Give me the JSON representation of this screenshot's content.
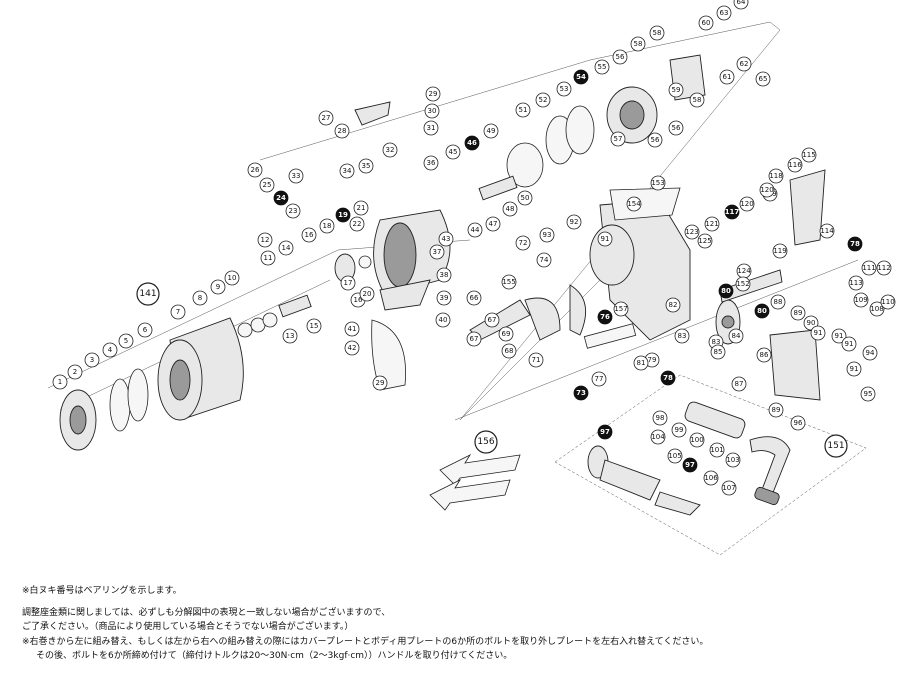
{
  "notes": {
    "bearing_note": "※白ヌキ番号はベアリングを示します。",
    "shim_note_1": "調整座金類に関しましては、必ずしも分解図中の表現と一致しない場合がございますので、",
    "shim_note_2": "ご了承ください。（商品により使用している場合とそうでない場合がございます。）",
    "handle_note_1": "※右巻きから左に組み替え、もしくは左から右への組み替えの際にはカバープレートとボディ用プレートの6か所のボルトを取り外しプレートを左右入れ替えてください。",
    "handle_note_2": "その後、ボルトを6か所締め付けて（締付けトルクは20～30N·cm（2～3kgf·cm））ハンドルを取り付けてください。"
  },
  "callouts": {
    "normal": [
      "1",
      "2",
      "3",
      "4",
      "5",
      "6",
      "7",
      "8",
      "9",
      "10",
      "11",
      "12",
      "13",
      "14",
      "15",
      "16",
      "16",
      "17",
      "18",
      "20",
      "21",
      "22",
      "23",
      "25",
      "26",
      "27",
      "28",
      "29",
      "29",
      "30",
      "31",
      "32",
      "33",
      "34",
      "35",
      "36",
      "37",
      "38",
      "39",
      "40",
      "41",
      "42",
      "43",
      "44",
      "45",
      "47",
      "48",
      "49",
      "50",
      "51",
      "52",
      "53",
      "55",
      "56",
      "56",
      "56",
      "57",
      "58",
      "58",
      "58",
      "59",
      "60",
      "61",
      "62",
      "63",
      "64",
      "65",
      "66",
      "67",
      "67",
      "68",
      "69",
      "71",
      "72",
      "74",
      "77",
      "79",
      "81",
      "82",
      "83",
      "83",
      "84",
      "85",
      "86",
      "87",
      "88",
      "89",
      "89",
      "90",
      "91",
      "91",
      "91",
      "91",
      "91",
      "92",
      "93",
      "94",
      "95",
      "96",
      "98",
      "99",
      "100",
      "101",
      "103",
      "104",
      "105",
      "106",
      "107",
      "108",
      "109",
      "110",
      "111",
      "112",
      "113",
      "114",
      "115",
      "116",
      "118",
      "119",
      "119",
      "120",
      "120",
      "121",
      "123",
      "124",
      "125",
      "152",
      "153",
      "154",
      "155",
      "157"
    ],
    "bearing": [
      "19",
      "24",
      "46",
      "54",
      "73",
      "76",
      "78",
      "78",
      "80",
      "80",
      "97",
      "97",
      "117"
    ],
    "group": [
      "141",
      "151",
      "156"
    ]
  }
}
